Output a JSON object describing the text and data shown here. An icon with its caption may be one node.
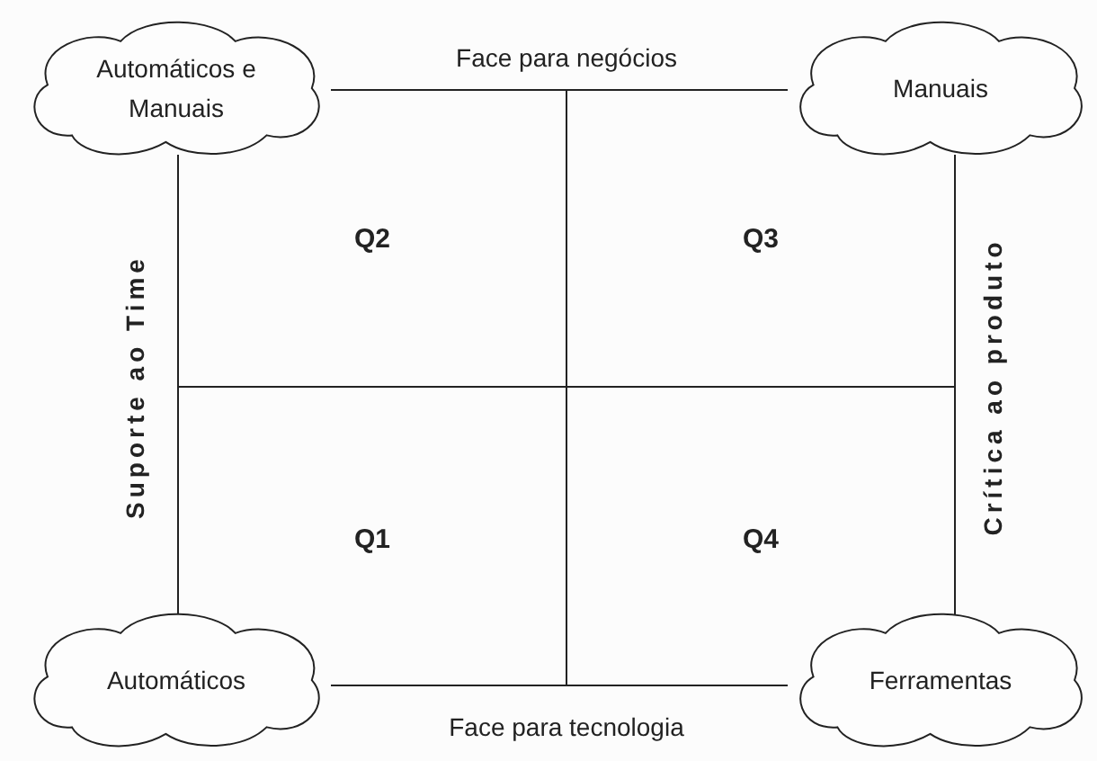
{
  "diagram": {
    "nodes": [
      {
        "text": [
          "Automáticos e Manuais"
        ]
      },
      {
        "text": [
          "Manuais"
        ]
      },
      {
        "text": [
          "Automáticos"
        ]
      },
      {
        "text": [
          "Ferramentas"
        ]
      }
    ],
    "edges": [
      {
        "from": 0,
        "to": 1,
        "arrow": "none"
      },
      {
        "from": 0,
        "to": 2,
        "arrow": "none"
      },
      {
        "from": 1,
        "to": 3,
        "arrow": "none"
      },
      {
        "from": 2,
        "to": 3,
        "arrow": "none"
      }
    ],
    "labels": [
      "Face para negócios",
      "Suporte ao Time",
      "Q2",
      "Q3",
      "Crítica ao produto",
      "Q1",
      "Q4",
      "Face para tecnologia"
    ]
  }
}
